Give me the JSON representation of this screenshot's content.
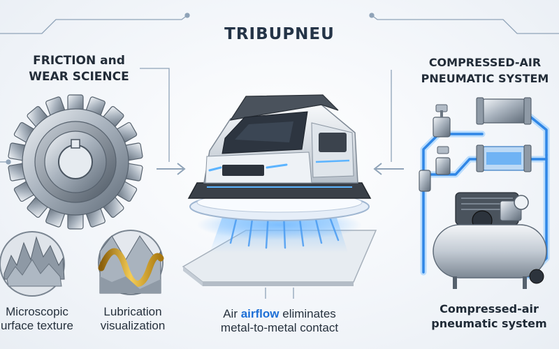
{
  "title": "TRIBUPNEU",
  "left_section": {
    "heading_line1": "FRICTION and",
    "heading_line2": "WEAR SCIENCE",
    "caption_micro_line1": "Microscopic",
    "caption_micro_line2": "urface texture",
    "caption_lube_line1": "Lubrication",
    "caption_lube_line2": "visualization"
  },
  "center_section": {
    "caption_line1_prefix": "Air ",
    "caption_line1_highlight": "airflow",
    "caption_line1_suffix": " eliminates",
    "caption_line2": "metal-to-metal contact"
  },
  "right_section": {
    "heading_line1": "COMPRESSED-AIR",
    "heading_line2": "PNEUMATIC SYSTEM",
    "caption_line1": "Compressed-air",
    "caption_line2": "pneumatic system"
  },
  "colors": {
    "accent_blue": "#3b8df0",
    "highlight_blue": "#1d6fd6",
    "metal": "#9aa5b1",
    "lubricant_gold": "#d9a321"
  }
}
